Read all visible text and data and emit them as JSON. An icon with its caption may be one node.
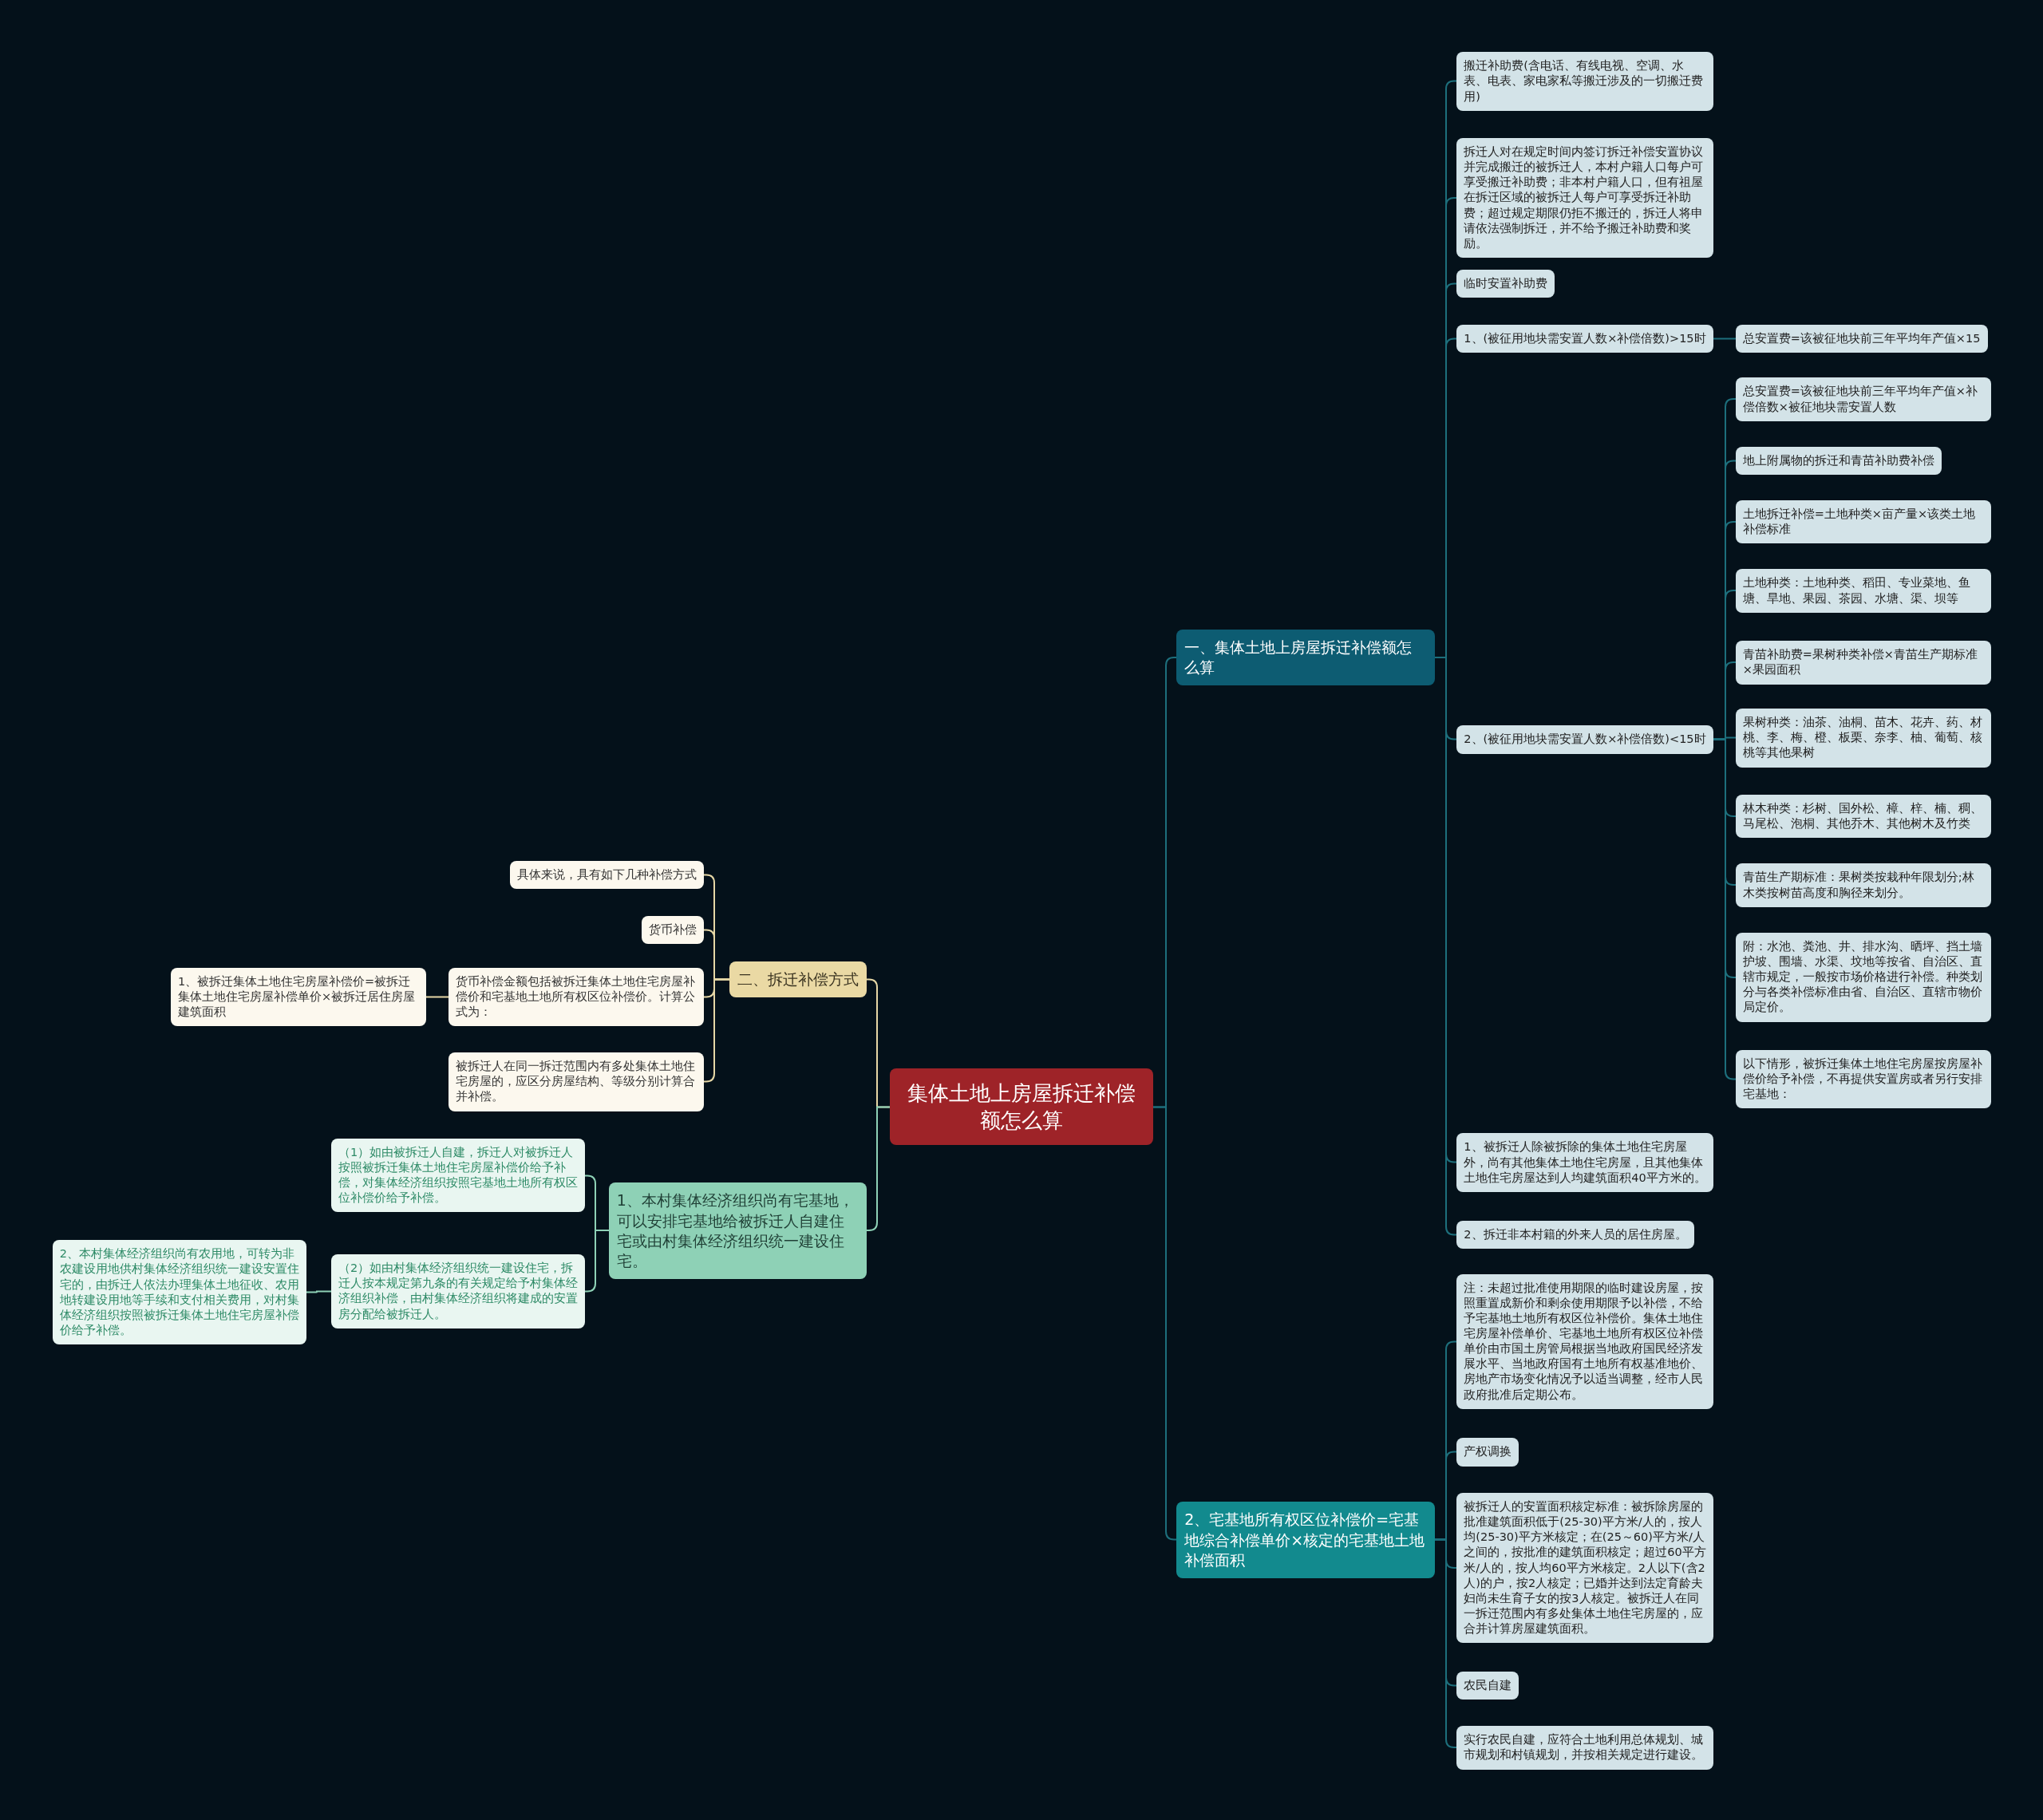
{
  "diagram": {
    "nodes": [
      {
        "text": [
          "集体土地上房屋拆迁补偿额怎么算"
        ]
      },
      {
        "text": [
          "一、集体土地上房屋拆迁补偿额怎么算"
        ]
      },
      {
        "text": [
          "搬迁补助费(含电话、有线电视、空调、水表、电表、家电家私等搬迁涉及的一切搬迁费用)"
        ]
      },
      {
        "text": [
          "拆迁人对在规定时间内签订拆迁补偿安置协议并完成搬迁的被拆迁人，本村户籍人口每户可享受搬迁补助费；非本村户籍人口，但有祖屋在拆迁区域的被拆迁人每户可享受拆迁补助费；超过规定期限仍拒不搬迁的，拆迁人将申请依法强制拆迁，并不给予搬迁补助费和奖励。"
        ]
      },
      {
        "text": [
          "临时安置补助费"
        ]
      },
      {
        "text": [
          "1、(被征用地块需安置人数×补偿倍数)>15时"
        ]
      },
      {
        "text": [
          "总安置费=该被征地块前三年平均年产值×15"
        ]
      },
      {
        "text": [
          "2、(被征用地块需安置人数×补偿倍数)<15时"
        ]
      },
      {
        "text": [
          "总安置费=该被征地块前三年平均年产值×补偿倍数×被征地块需安置人数"
        ]
      },
      {
        "text": [
          "地上附属物的拆迁和青苗补助费补偿"
        ]
      },
      {
        "text": [
          "土地拆迁补偿=土地种类×亩产量×该类土地补偿标准"
        ]
      },
      {
        "text": [
          "土地种类：土地种类、稻田、专业菜地、鱼塘、旱地、果园、茶园、水塘、渠、坝等"
        ]
      },
      {
        "text": [
          "青苗补助费=果树种类补偿×青苗生产期标准×果园面积"
        ]
      },
      {
        "text": [
          "果树种类：油茶、油桐、苗木、花卉、药、材桃、李、梅、橙、板栗、奈李、柚、葡萄、核桃等其他果树"
        ]
      },
      {
        "text": [
          "林木种类：杉树、国外松、樟、梓、楠、稠、马尾松、泡桐、其他乔木、其他树木及竹类"
        ]
      },
      {
        "text": [
          "青苗生产期标准：果树类按栽种年限划分;林木类按树苗高度和胸径来划分。"
        ]
      },
      {
        "text": [
          "附：水池、粪池、井、排水沟、晒坪、挡土墙护坡、围墙、水渠、坟地等按省、自治区、直辖市规定，一般按市场价格进行补偿。种类划分与各类补偿标准由省、自治区、直辖市物价局定价。"
        ]
      },
      {
        "text": [
          "以下情形，被拆迁集体土地住宅房屋按房屋补偿价给予补偿，不再提供安置房或者另行安排宅基地："
        ]
      },
      {
        "text": [
          "1、被拆迁人除被拆除的集体土地住宅房屋外，尚有其他集体土地住宅房屋，且其他集体土地住宅房屋达到人均建筑面积40平方米的。"
        ]
      },
      {
        "text": [
          "2、拆迁非本村籍的外来人员的居住房屋。"
        ]
      },
      {
        "text": [
          "2、宅基地所有权区位补偿价=宅基地综合补偿单价×核定的宅基地土地补偿面积"
        ]
      },
      {
        "text": [
          "注：未超过批准使用期限的临时建设房屋，按照重置成新价和剩余使用期限予以补偿，不给予宅基地土地所有权区位补偿价。集体土地住宅房屋补偿单价、宅基地土地所有权区位补偿单价由市国土房管局根据当地政府国民经济发展水平、当地政府国有土地所有权基准地价、房地产市场变化情况予以适当调整，经市人民政府批准后定期公布。"
        ]
      },
      {
        "text": [
          "产权调换"
        ]
      },
      {
        "text": [
          "被拆迁人的安置面积核定标准：被拆除房屋的批准建筑面积低于(25-30)平方米/人的，按人均(25-30)平方米核定；在(25～60)平方米/人之间的，按批准的建筑面积核定；超过60平方米/人的，按人均60平方米核定。2人以下(含2人)的户，按2人核定；已婚并达到法定育龄夫妇尚未生育子女的按3人核定。被拆迁人在同一拆迁范围内有多处集体土地住宅房屋的，应合并计算房屋建筑面积。"
        ]
      },
      {
        "text": [
          "农民自建"
        ]
      },
      {
        "text": [
          "实行农民自建，应符合土地利用总体规划、城市规划和村镇规划，并按相关规定进行建设。"
        ]
      },
      {
        "text": [
          "二、拆迁补偿方式"
        ]
      },
      {
        "text": [
          "具体来说，具有如下几种补偿方式"
        ]
      },
      {
        "text": [
          "货币补偿"
        ]
      },
      {
        "text": [
          "货币补偿金额包括被拆迁集体土地住宅房屋补偿价和宅基地土地所有权区位补偿价。计算公式为："
        ]
      },
      {
        "text": [
          "1、被拆迁集体土地住宅房屋补偿价=被拆迁集体土地住宅房屋补偿单价×被拆迁居住房屋建筑面积"
        ]
      },
      {
        "text": [
          "被拆迁人在同一拆迁范围内有多处集体土地住宅房屋的，应区分房屋结构、等级分别计算合并补偿。"
        ]
      },
      {
        "text": [
          "1、本村集体经济组织尚有宅基地，可以安排宅基地给被拆迁人自建住宅或由村集体经济组织统一建设住宅。"
        ]
      },
      {
        "text": [
          "（1）如由被拆迁人自建，拆迁人对被拆迁人按照被拆迁集体土地住宅房屋补偿价给予补偿，对集体经济组织按照宅基地土地所有权区位补偿价给予补偿。"
        ]
      },
      {
        "text": [
          "（2）如由村集体经济组织统一建设住宅，拆迁人按本规定第九条的有关规定给予村集体经济组织补偿，由村集体经济组织将建成的安置房分配给被拆迁人。"
        ]
      },
      {
        "text": [
          "2、本村集体经济组织尚有农用地，可转为非农建设用地供村集体经济组织统一建设安置住宅的，由拆迁人依法办理集体土地征收、农用地转建设用地等手续和支付相关费用，对村集体经济组织按照被拆迁集体土地住宅房屋补偿价给予补偿。"
        ]
      }
    ],
    "edges": [
      {
        "from": 0,
        "to": 1,
        "arrow": "none"
      },
      {
        "from": 1,
        "to": 2,
        "arrow": "none"
      },
      {
        "from": 1,
        "to": 3,
        "arrow": "none"
      },
      {
        "from": 1,
        "to": 4,
        "arrow": "none"
      },
      {
        "from": 1,
        "to": 5,
        "arrow": "none"
      },
      {
        "from": 5,
        "to": 6,
        "arrow": "none"
      },
      {
        "from": 1,
        "to": 7,
        "arrow": "none"
      },
      {
        "from": 7,
        "to": 8,
        "arrow": "none"
      },
      {
        "from": 7,
        "to": 9,
        "arrow": "none"
      },
      {
        "from": 7,
        "to": 10,
        "arrow": "none"
      },
      {
        "from": 7,
        "to": 11,
        "arrow": "none"
      },
      {
        "from": 7,
        "to": 12,
        "arrow": "none"
      },
      {
        "from": 7,
        "to": 13,
        "arrow": "none"
      },
      {
        "from": 7,
        "to": 14,
        "arrow": "none"
      },
      {
        "from": 7,
        "to": 15,
        "arrow": "none"
      },
      {
        "from": 7,
        "to": 16,
        "arrow": "none"
      },
      {
        "from": 7,
        "to": 17,
        "arrow": "none"
      },
      {
        "from": 1,
        "to": 18,
        "arrow": "none"
      },
      {
        "from": 1,
        "to": 19,
        "arrow": "none"
      },
      {
        "from": 0,
        "to": 20,
        "arrow": "none"
      },
      {
        "from": 20,
        "to": 21,
        "arrow": "none"
      },
      {
        "from": 20,
        "to": 22,
        "arrow": "none"
      },
      {
        "from": 20,
        "to": 23,
        "arrow": "none"
      },
      {
        "from": 20,
        "to": 24,
        "arrow": "none"
      },
      {
        "from": 20,
        "to": 25,
        "arrow": "none"
      },
      {
        "from": 0,
        "to": 26,
        "arrow": "none",
        "color": "#e6d7a6"
      },
      {
        "from": 26,
        "to": 27,
        "arrow": "none",
        "color": "#e6d7a6"
      },
      {
        "from": 26,
        "to": 28,
        "arrow": "none",
        "color": "#e6d7a6"
      },
      {
        "from": 26,
        "to": 29,
        "arrow": "none",
        "color": "#e6d7a6"
      },
      {
        "from": 29,
        "to": 30,
        "arrow": "none",
        "color": "#e6d7a6"
      },
      {
        "from": 26,
        "to": 31,
        "arrow": "none",
        "color": "#e6d7a6"
      },
      {
        "from": 0,
        "to": 32,
        "arrow": "none",
        "color": "#8ed1b6"
      },
      {
        "from": 32,
        "to": 33,
        "arrow": "none",
        "color": "#8ed1b6"
      },
      {
        "from": 32,
        "to": 34,
        "arrow": "none",
        "color": "#8ed1b6"
      },
      {
        "from": 34,
        "to": 35,
        "arrow": "none",
        "color": "#8ed1b6"
      }
    ]
  }
}
